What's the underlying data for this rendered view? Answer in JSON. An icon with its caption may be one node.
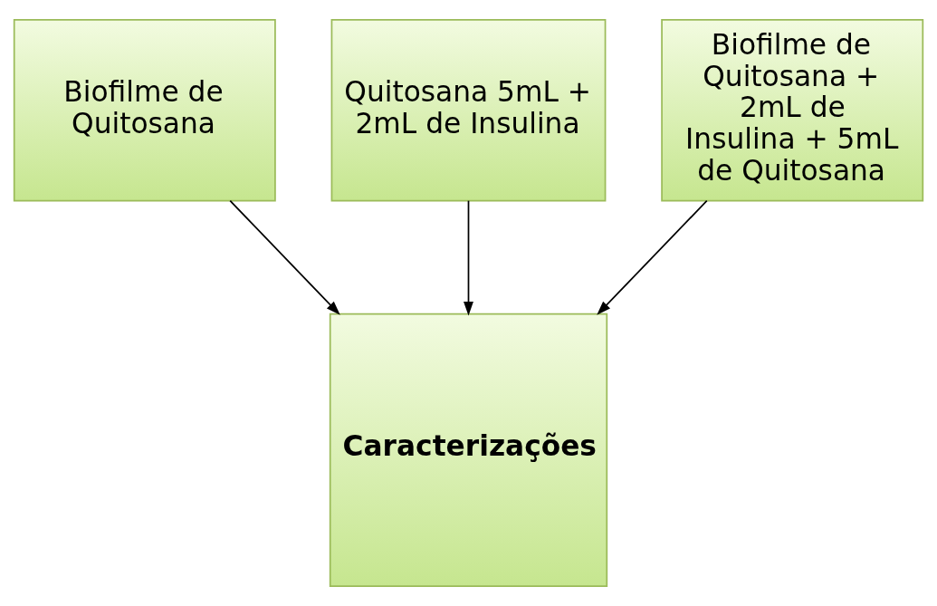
{
  "diagram": {
    "nodes": [
      {
        "text": [
          "Biofilme de Quitosana"
        ]
      },
      {
        "text": [
          "Quitosana 5mL + 2mL de Insulina"
        ]
      },
      {
        "text": [
          "Biofilme de Quitosana + 2mL de Insulina + 5mL de Quitosana"
        ]
      },
      {
        "text": [
          "Caracterizações"
        ]
      }
    ],
    "edges": [
      {
        "from": 0,
        "to": 3,
        "arrow": "to"
      },
      {
        "from": 1,
        "to": 3,
        "arrow": "to"
      },
      {
        "from": 2,
        "to": 3,
        "arrow": "to"
      }
    ]
  }
}
